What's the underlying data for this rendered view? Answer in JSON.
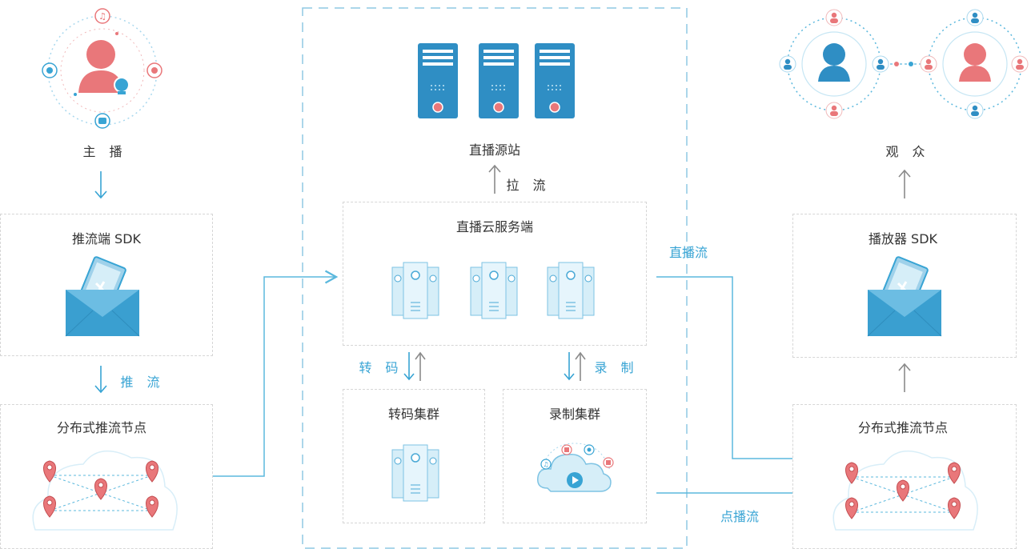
{
  "anchor": {
    "label": "主 播"
  },
  "push_sdk": {
    "label": "推流端 SDK"
  },
  "push_action": {
    "label": "推 流"
  },
  "left_nodes": {
    "label": "分布式推流节点"
  },
  "origin": {
    "label": "直播源站"
  },
  "pull_action": {
    "label": "拉 流"
  },
  "cloud_server": {
    "label": "直播云服务端"
  },
  "transcode_action": {
    "label": "转 码"
  },
  "record_action": {
    "label": "录 制"
  },
  "transcode_cluster": {
    "label": "转码集群"
  },
  "record_cluster": {
    "label": "录制集群"
  },
  "live_stream": {
    "label": "直播流"
  },
  "vod_stream": {
    "label": "点播流"
  },
  "audience": {
    "label": "观 众"
  },
  "player_sdk": {
    "label": "播放器 SDK"
  },
  "right_nodes": {
    "label": "分布式推流节点"
  },
  "colors": {
    "blue": "#38a4d4",
    "coral": "#e9777a",
    "light_blue": "#d6eef8",
    "arrow_gray": "#8a8a8a",
    "line_blue": "#5bb8dd"
  }
}
